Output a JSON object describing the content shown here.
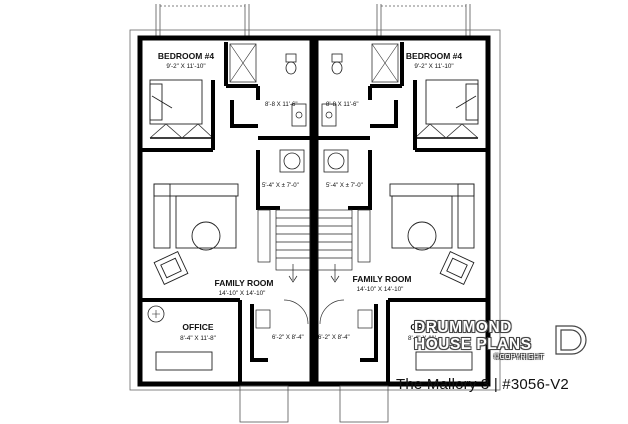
{
  "units": [
    {
      "bedroom": {
        "name": "BEDROOM #4",
        "dims": "9'-2\" X 11'-10\""
      },
      "bath": {
        "dims": "8'-8 X 11'-6\""
      },
      "closet": {
        "dims": "5'-4\" X ± 7'-0\""
      },
      "family": {
        "name": "FAMILY ROOM",
        "dims": "14'-10\" X 14'-10\""
      },
      "office": {
        "name": "OFFICE",
        "dims": "8'-4\" X 11'-8\""
      },
      "utility": {
        "dims": "6'-2\" X 8'-4\""
      }
    },
    {
      "bedroom": {
        "name": "BEDROOM #4",
        "dims": "9'-2\" X 11'-10\""
      },
      "bath": {
        "dims": "8'-8 X 11'-6\""
      },
      "closet": {
        "dims": "5'-4\" X ± 7'-0\""
      },
      "family": {
        "name": "FAMILY ROOM",
        "dims": "14'-10\" X 14'-10\""
      },
      "office": {
        "name": "OFFICE",
        "dims": "8'-4\" X 11'-"
      },
      "utility": {
        "dims": "6'-2\" X 8'-4\""
      }
    }
  ],
  "watermark": {
    "line1": "DRUMMOND",
    "line2": "HOUSE PLANS",
    "copyright": "©COPYRIGHT"
  },
  "footer": {
    "title": "The Mallory 3 | #3056-V2"
  }
}
